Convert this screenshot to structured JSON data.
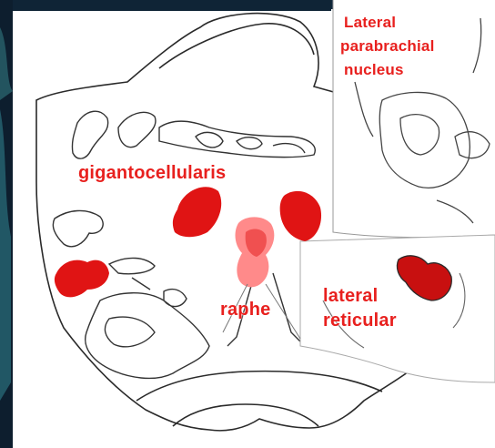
{
  "colors": {
    "highlight": "#e01414",
    "highlight_light": "#ff8a8a",
    "label": "#e8201e",
    "outline": "#2a2a2a",
    "background_left": "#132a3f"
  },
  "labels": {
    "lateral_parabrachial_line1": "Lateral",
    "lateral_parabrachial_line2": "parabrachial",
    "lateral_parabrachial_line3": "nucleus",
    "gigantocellularis": "gigantocellularis",
    "raphe": "raphe",
    "lateral_reticular_line1": "lateral",
    "lateral_reticular_line2": "reticular"
  }
}
